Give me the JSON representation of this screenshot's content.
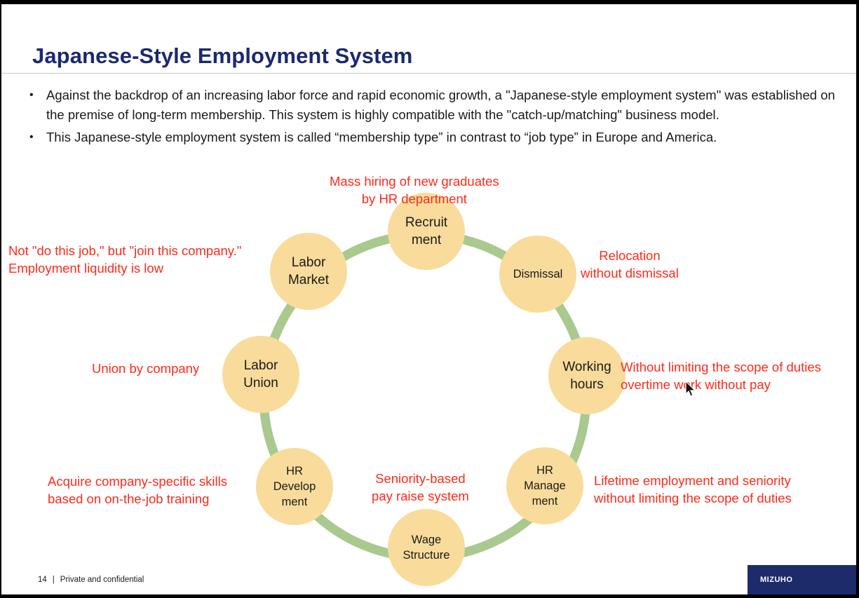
{
  "slide": {
    "title": "Japanese-Style Employment System",
    "bullets": [
      "Against the backdrop of an increasing labor force and rapid economic growth, a \"Japanese-style employment system\" was established on the premise of long-term membership. This system is highly compatible with the \"catch-up/matching\" business model.",
      "This Japanese-style employment system is called “membership type” in contrast to “job type” in Europe and America."
    ]
  },
  "diagram": {
    "ring_color": "#a9c98f",
    "node_color": "#f9dc9b",
    "annotation_color": "#ff2a1a",
    "nodes": {
      "recruitment": "Recruit\nment",
      "dismissal": "Dismissal",
      "working_hours": "Working\nhours",
      "hr_management": "HR\nManage\nment",
      "wage_structure": "Wage\nStructure",
      "hr_development": "HR\nDevelop\nment",
      "labor_union": "Labor\nUnion",
      "labor_market": "Labor\nMarket"
    },
    "annotations": {
      "recruitment": "Mass hiring of new graduates\nby HR department",
      "dismissal": "Relocation\nwithout dismissal",
      "working_hours": "Without limiting the scope of duties\novertime work without pay",
      "hr_management": "Lifetime employment and seniority\nwithout limiting the scope of duties",
      "wage_structure": "Seniority-based\npay raise system",
      "hr_development": "Acquire company-specific skills\nbased on on-the-job training",
      "labor_union": "Union by company",
      "labor_market": "Not \"do this job,\" but \"join this company.\"\nEmployment liquidity is low"
    }
  },
  "footer": {
    "page_number": "14",
    "separator": "|",
    "label": "Private and confidential",
    "logo_text": "MIZUHO"
  }
}
